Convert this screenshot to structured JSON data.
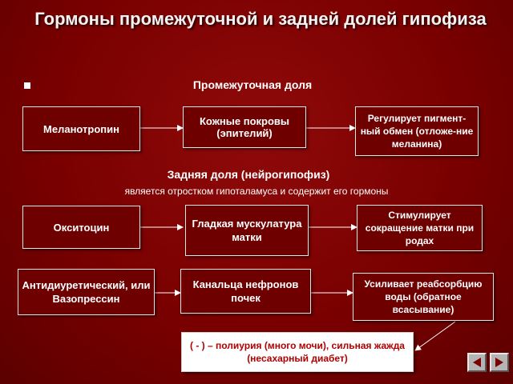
{
  "title": "Гормоны промежуточной и задней долей гипофиза",
  "intermediate": {
    "heading": "Промежуточная доля",
    "hormone": "Меланотропин",
    "target": "Кожные покровы (эпителий)",
    "effect": "Регулирует пигмент-ный обмен (отложе-ние меланина)"
  },
  "posterior": {
    "heading": "Задняя доля (нейрогипофиз)",
    "note": "является отростком гипоталамуса и содержит его гормоны",
    "oxytocin": {
      "hormone": "Окситоцин",
      "target": "Гладкая мускулатура матки",
      "effect": "Стимулирует сокращение матки при родах"
    },
    "vasopressin": {
      "hormone": "Антидиуретический, или Вазопрессин",
      "target": "Канальца нефронов почек",
      "effect": "Усиливает реабсорбцию воды (обратное всасывание)"
    },
    "deficiency": "( - ) – полиурия (много мочи), сильная жажда (несахарный диабет)"
  },
  "colors": {
    "background": "#7a0000",
    "box_fill": "#6e0000",
    "box_border": "#e8e8e8",
    "deficiency_text": "#b00000"
  },
  "nav": {
    "back_icon": "back-triangle-icon",
    "forward_icon": "forward-triangle-icon"
  }
}
